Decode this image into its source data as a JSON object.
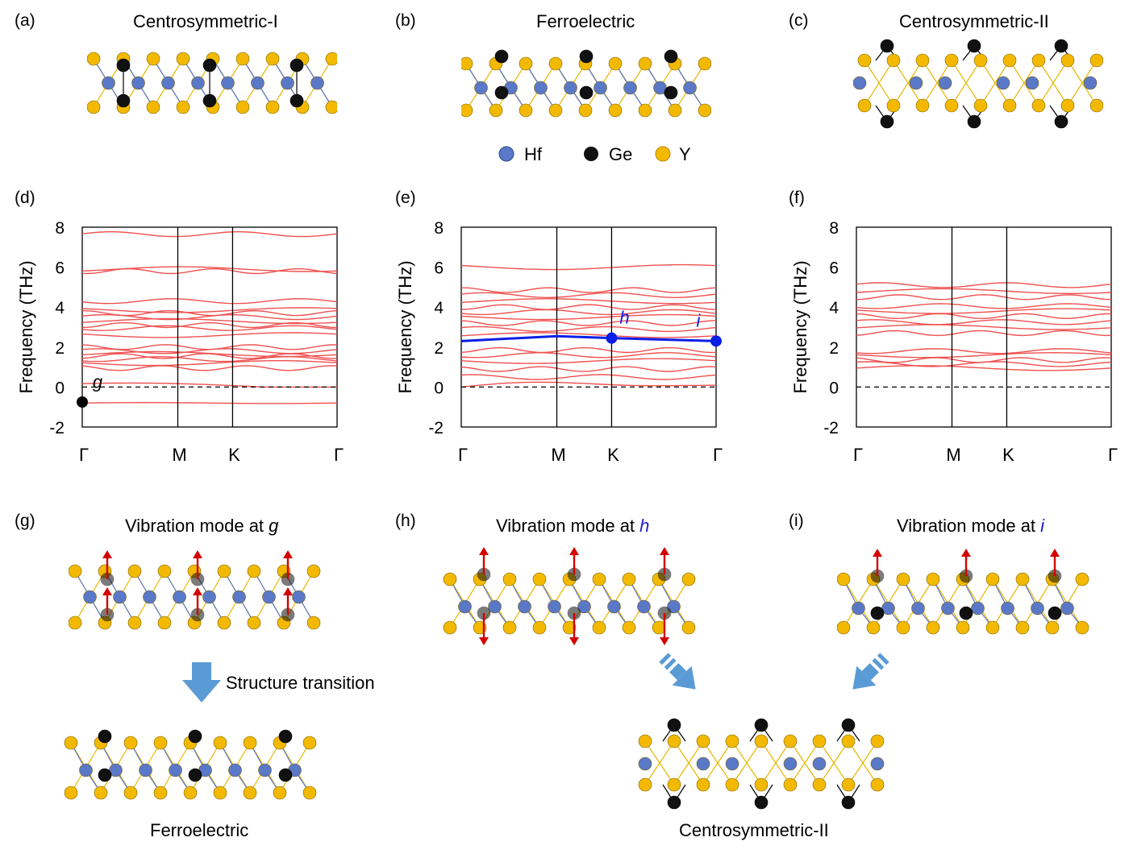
{
  "figure": {
    "panels": {
      "a": {
        "label": "(a)",
        "title": "Centrosymmetric-I"
      },
      "b": {
        "label": "(b)",
        "title": "Ferroelectric"
      },
      "c": {
        "label": "(c)",
        "title": "Centrosymmetric-II"
      },
      "d": {
        "label": "(d)"
      },
      "e": {
        "label": "(e)"
      },
      "f": {
        "label": "(f)"
      },
      "g": {
        "label": "(g)",
        "title_prefix": "Vibration mode at ",
        "title_mode": "g"
      },
      "h": {
        "label": "(h)",
        "title_prefix": "Vibration mode at ",
        "title_mode": "h"
      },
      "i": {
        "label": "(i)",
        "title_prefix": "Vibration mode at ",
        "title_mode": "i"
      }
    },
    "legend": [
      {
        "name": "Hf",
        "color": "#5a78c8"
      },
      {
        "name": "Ge",
        "color": "#111111"
      },
      {
        "name": "Y",
        "color": "#f2b900"
      }
    ],
    "transition_text": "Structure transition",
    "result_labels": {
      "left": "Ferroelectric",
      "right": "Centrosymmetric-II"
    },
    "colors": {
      "hf": "#5a78c8",
      "ge": "#111111",
      "y": "#f2b900",
      "band": "#f05050",
      "highlight": "#0a1ee6",
      "arrow": "#d40000",
      "transition_arrow": "#5b9bd5"
    }
  },
  "chart_data": [
    {
      "panel": "d",
      "type": "line",
      "ylabel": "Frequency (THz)",
      "ylim": [
        -2,
        8
      ],
      "yticks": [
        "8",
        "6",
        "4",
        "2",
        "0",
        "-2"
      ],
      "kpath": [
        "Γ",
        "M",
        "K",
        "Γ"
      ],
      "kpos": [
        0,
        0.375,
        0.59,
        1
      ],
      "annotations": [
        {
          "text": "g",
          "x": 0.06,
          "y": -0.05
        }
      ],
      "point": {
        "x": 0,
        "y": -0.75
      },
      "bands": [
        -0.8,
        0.0,
        0.95,
        1.2,
        1.4,
        1.55,
        1.65,
        1.8,
        2.0,
        2.6,
        2.95,
        3.1,
        3.3,
        3.5,
        3.7,
        3.85,
        4.3,
        5.8,
        5.9,
        7.65
      ]
    },
    {
      "panel": "e",
      "type": "line",
      "ylabel": "Frequency (THz)",
      "ylim": [
        -2,
        8
      ],
      "yticks": [
        "8",
        "6",
        "4",
        "2",
        "0",
        "-2"
      ],
      "kpath": [
        "Γ",
        "M",
        "K",
        "Γ"
      ],
      "kpos": [
        0,
        0.375,
        0.59,
        1
      ],
      "bands": [
        0.1,
        0.5,
        0.9,
        1.3,
        1.6,
        1.85,
        2.6,
        2.9,
        3.2,
        3.5,
        3.75,
        4.0,
        4.3,
        4.6,
        4.85,
        6.0
      ],
      "highlight": {
        "x": [
          0,
          0.375,
          0.59,
          1
        ],
        "y": [
          2.3,
          2.55,
          2.45,
          2.3
        ]
      },
      "highlight_points": [
        {
          "label": "h",
          "x": 0.59,
          "y": 2.45
        },
        {
          "label": "i",
          "x": 1,
          "y": 2.3
        }
      ]
    },
    {
      "panel": "f",
      "type": "line",
      "ylabel": "Frequency (THz)",
      "ylim": [
        -2,
        8
      ],
      "yticks": [
        "8",
        "6",
        "4",
        "2",
        "0",
        "-2"
      ],
      "kpath": [
        "Γ",
        "M",
        "K",
        "Γ"
      ],
      "kpos": [
        0,
        0.375,
        0.59,
        1
      ],
      "bands": [
        0.95,
        1.15,
        1.35,
        1.6,
        1.8,
        2.7,
        3.0,
        3.25,
        3.55,
        3.8,
        4.05,
        4.5,
        4.8,
        5.1
      ]
    }
  ]
}
